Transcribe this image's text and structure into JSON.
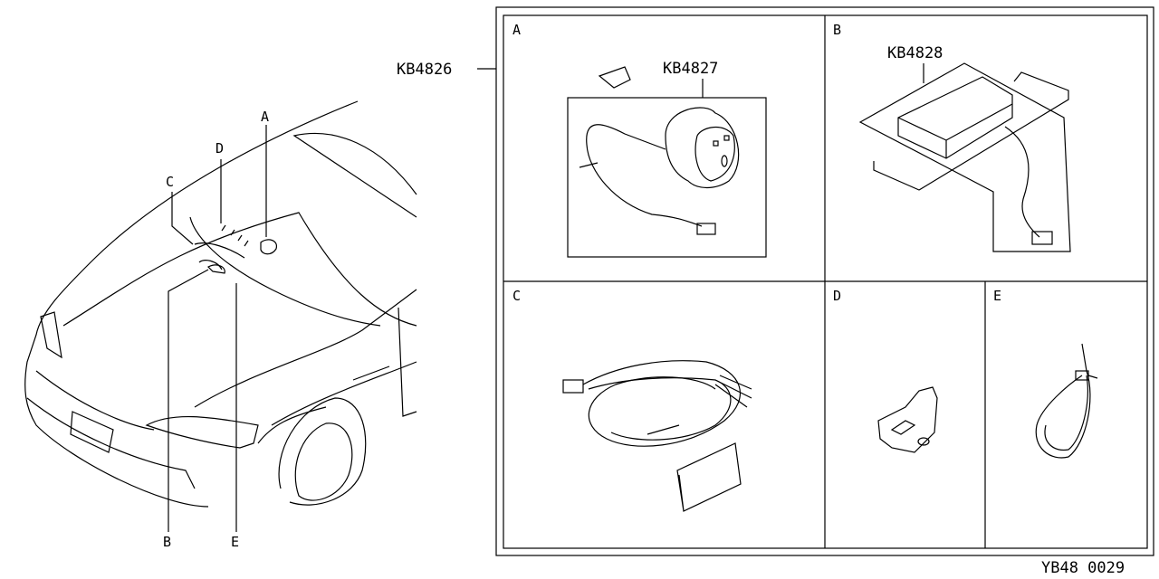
{
  "callouts": {
    "kit": "KB4826",
    "a_part": "KB4827",
    "b_part": "KB4828",
    "car_a": "A",
    "car_b": "B",
    "car_c": "C",
    "car_d": "D",
    "car_e": "E"
  },
  "panels": [
    {
      "label": "A"
    },
    {
      "label": "B"
    },
    {
      "label": "C"
    },
    {
      "label": "D"
    },
    {
      "label": "E"
    }
  ],
  "figure_id": "YB48 0029"
}
